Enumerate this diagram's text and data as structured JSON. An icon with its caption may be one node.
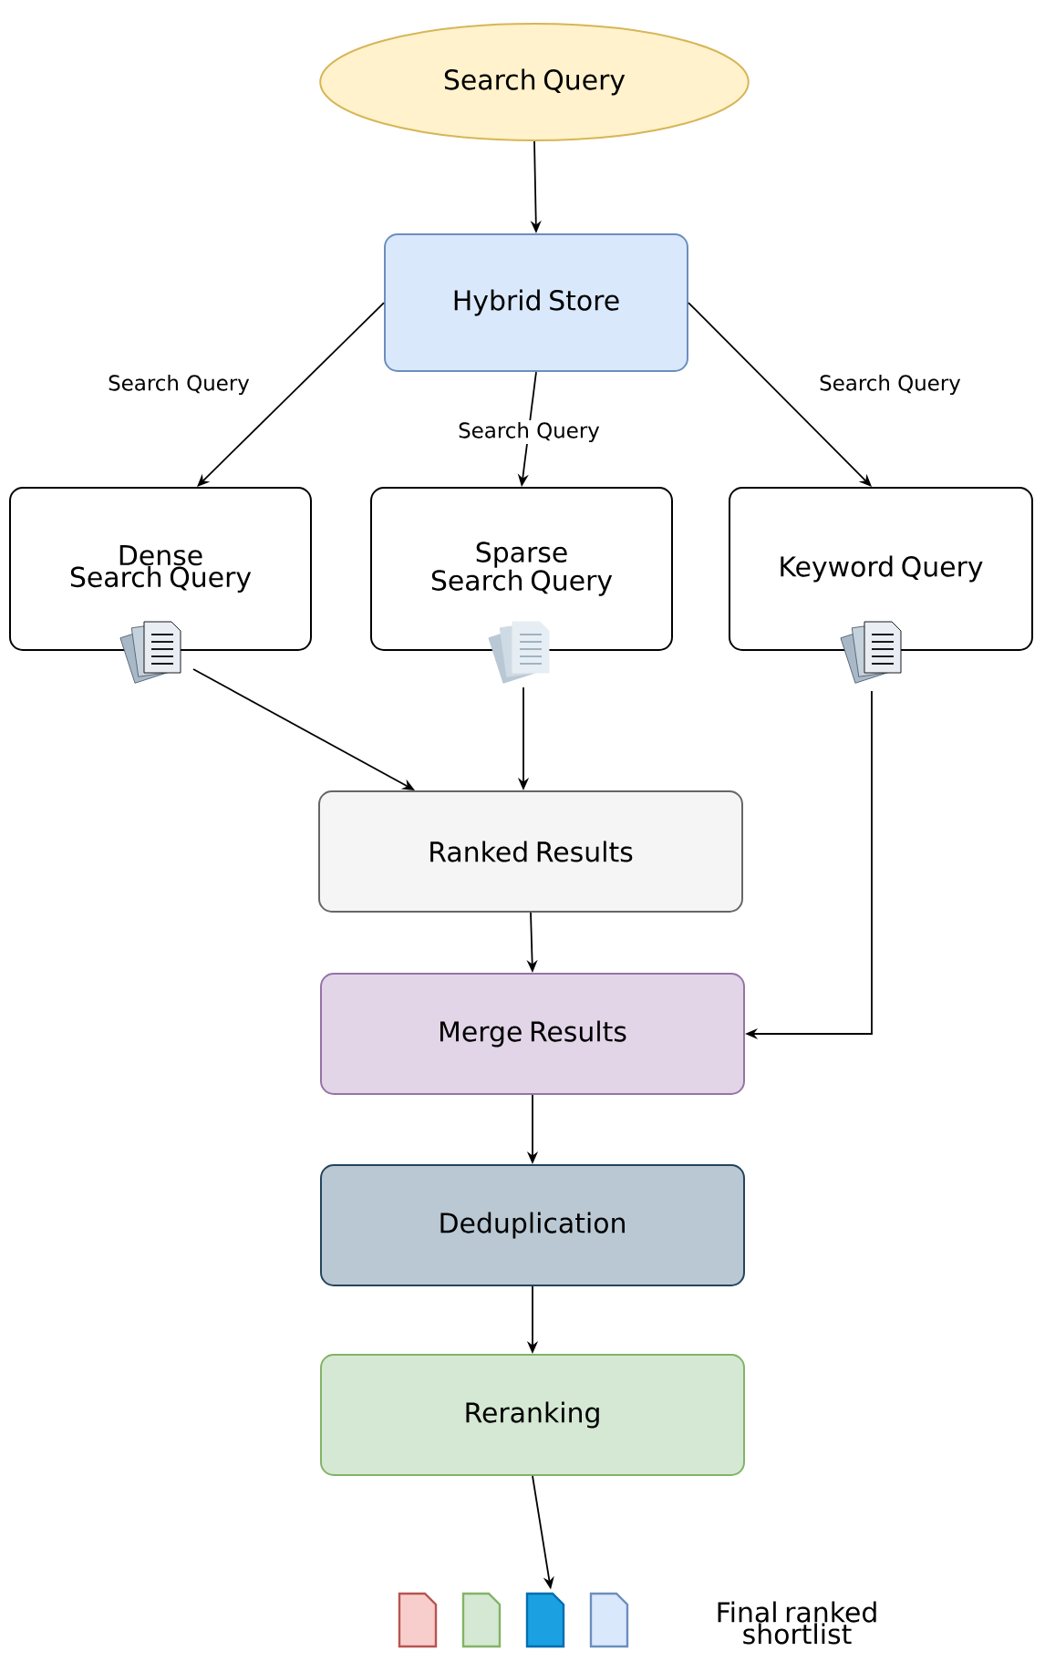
{
  "diagram": {
    "nodes": [
      {
        "text": [
          "Search Query"
        ]
      },
      {
        "text": [
          "Hybrid Store"
        ]
      },
      {
        "text": [
          "Dense Search Query"
        ]
      },
      {
        "text": [
          "Sparse Search Query"
        ]
      },
      {
        "text": [
          "Keyword Query"
        ]
      },
      {
        "text": [
          "Ranked Results"
        ]
      },
      {
        "text": [
          "Merge Results"
        ]
      },
      {
        "text": [
          "Deduplication"
        ]
      },
      {
        "text": [
          "Reranking"
        ]
      },
      {
        "text": [],
        "shape": "document",
        "beside": [
          "Final ranked shortlist"
        ]
      }
    ],
    "edges": [
      {
        "from": 0,
        "to": 1,
        "arrow": "to"
      },
      {
        "from": 1,
        "to": 2,
        "arrow": "to",
        "label": "Search Query"
      },
      {
        "from": 1,
        "to": 3,
        "arrow": "to",
        "label": "Search Query"
      },
      {
        "from": 1,
        "to": 4,
        "arrow": "to",
        "label": "Search Query"
      },
      {
        "from": 2,
        "to": 5,
        "arrow": "to"
      },
      {
        "from": 3,
        "to": 5,
        "arrow": "to"
      },
      {
        "from": 5,
        "to": 6,
        "arrow": "to"
      },
      {
        "from": 4,
        "to": 6,
        "arrow": "to"
      },
      {
        "from": 6,
        "to": 7,
        "arrow": "to"
      },
      {
        "from": 7,
        "to": 8,
        "arrow": "to"
      },
      {
        "from": 8,
        "to": 9,
        "arrow": "to"
      }
    ]
  }
}
